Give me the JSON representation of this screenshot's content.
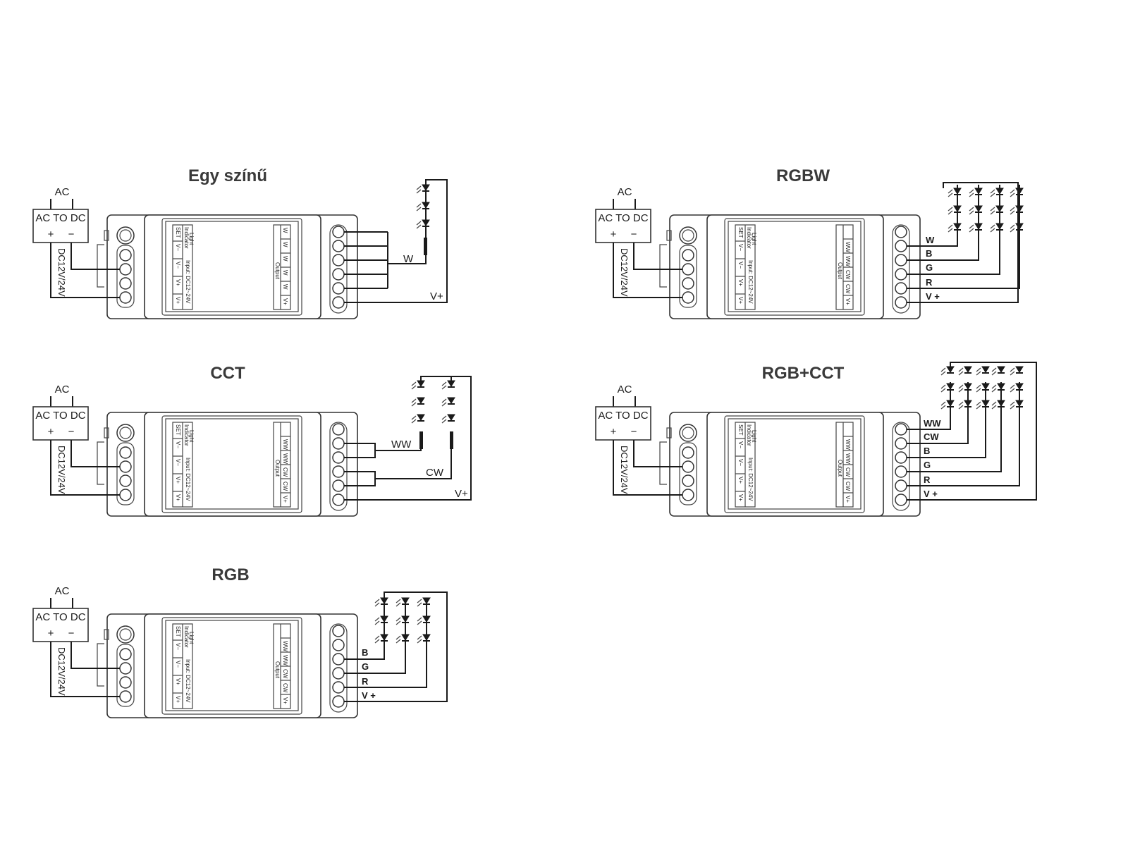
{
  "ps_labels": {
    "ac": "AC",
    "converter": "AC TO DC",
    "plus": "+",
    "minus": "−",
    "voltage": "DC12V/24V"
  },
  "module_labels": {
    "set": "SET",
    "indicator": "Indicator",
    "light": "Light",
    "input_label": "Input: DC12~24V",
    "output": "Output",
    "vminus": "V−",
    "vplus": "V+"
  },
  "diagrams": [
    {
      "id": "single",
      "title": "Egy színű",
      "out_terminals": [
        "V+",
        "W",
        "W",
        "W",
        "W",
        "W"
      ],
      "wire_labels": [
        "W",
        "V+"
      ],
      "led_columns": 1
    },
    {
      "id": "rgbw",
      "title": "RGBW",
      "out_terminals": [
        "V+",
        "CW",
        "CW",
        "WW",
        "WW",
        ""
      ],
      "wire_labels": [
        "W",
        "B",
        "G",
        "R",
        "V +"
      ],
      "led_columns": 4
    },
    {
      "id": "cct",
      "title": "CCT",
      "out_terminals": [
        "V+",
        "CW",
        "CW",
        "WW",
        "WW",
        ""
      ],
      "wire_labels": [
        "WW",
        "CW",
        "V+"
      ],
      "led_columns": 2
    },
    {
      "id": "rgbcct",
      "title": "RGB+CCT",
      "out_terminals": [
        "V+",
        "CW",
        "CW",
        "WW",
        "WW",
        ""
      ],
      "wire_labels": [
        "WW",
        "CW",
        "B",
        "G",
        "R",
        "V +"
      ],
      "led_columns": 5
    },
    {
      "id": "rgb",
      "title": "RGB",
      "out_terminals": [
        "V+",
        "CW",
        "CW",
        "WW",
        "WW",
        ""
      ],
      "wire_labels": [
        "B",
        "G",
        "R",
        "V +"
      ],
      "led_columns": 3
    }
  ]
}
